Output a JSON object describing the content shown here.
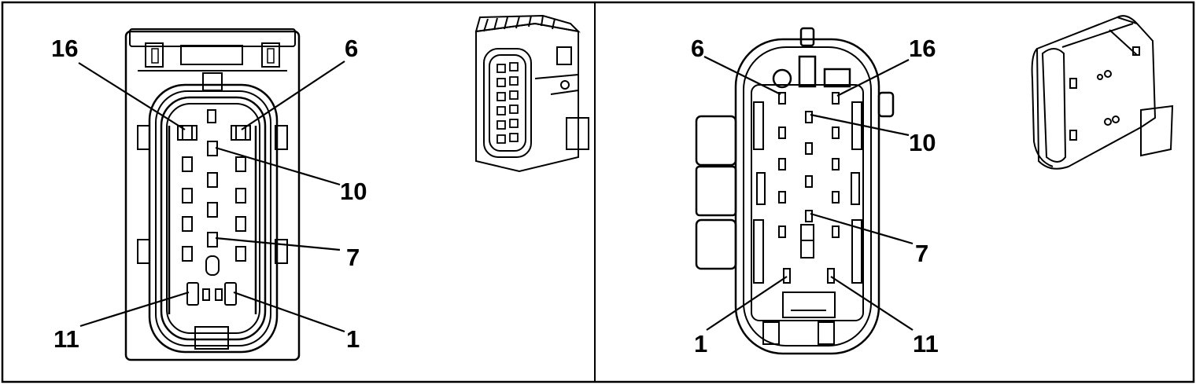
{
  "panels": {
    "left": {
      "pin_labels": {
        "p16": "16",
        "p6": "6",
        "p10": "10",
        "p7": "7",
        "p11": "11",
        "p1": "1"
      }
    },
    "right": {
      "pin_labels": {
        "p6": "6",
        "p16": "16",
        "p10": "10",
        "p7": "7",
        "p1": "1",
        "p11": "11"
      }
    }
  }
}
